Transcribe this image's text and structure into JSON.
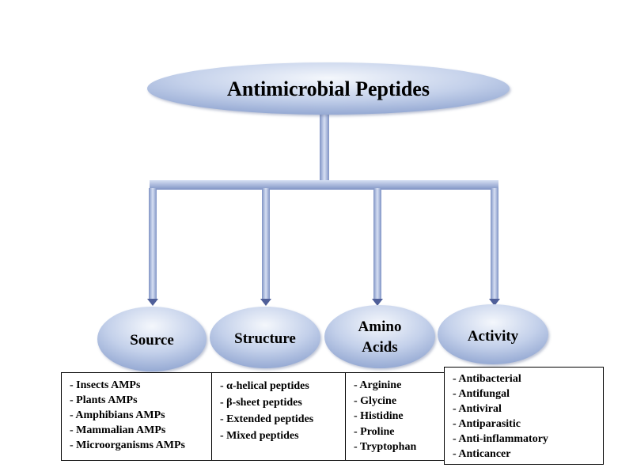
{
  "root": {
    "label": "Antimicrobial Peptides"
  },
  "categories": [
    {
      "id": "source",
      "label_lines": [
        "Source"
      ],
      "items": [
        "- Insects AMPs",
        "- Plants AMPs",
        "- Amphibians AMPs",
        "- Mammalian AMPs",
        "- Microorganisms AMPs"
      ]
    },
    {
      "id": "structure",
      "label_lines": [
        "Structure"
      ],
      "items": [
        "- α-helical peptides",
        "- β-sheet peptides",
        "- Extended peptides",
        "- Mixed peptides"
      ]
    },
    {
      "id": "amino",
      "label_lines": [
        "Amino",
        "Acids"
      ],
      "items": [
        "- Arginine",
        "- Glycine",
        "- Histidine",
        "- Proline",
        "- Tryptophan"
      ]
    },
    {
      "id": "activity",
      "label_lines": [
        "Activity"
      ],
      "items": [
        "- Antibacterial",
        "- Antifungal",
        "- Antiviral",
        "- Antiparasitic",
        "- Anti-inflammatory",
        "- Anticancer"
      ]
    }
  ],
  "colors": {
    "ellipse_light": "#f4f7fc",
    "ellipse_mid": "#c3d0ea",
    "ellipse_dark": "#8ea3cf",
    "connector_light": "#c9d4ee",
    "connector_dark": "#7f93c4",
    "arrow_dark": "#4f5f99"
  }
}
